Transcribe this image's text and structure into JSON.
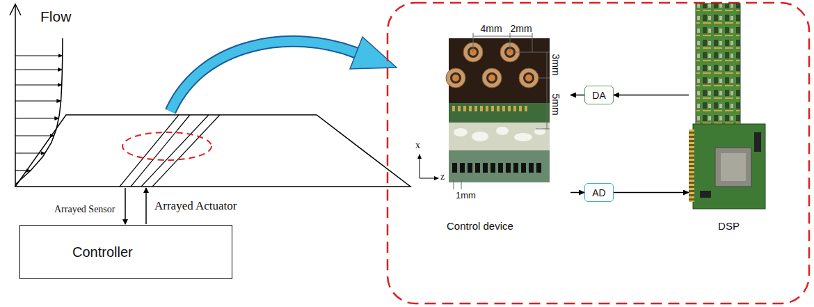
{
  "diagram": {
    "nodes": [
      {
        "text": [
          "Controller"
        ]
      },
      {
        "text": [
          "Control device"
        ]
      },
      {
        "text": [
          "DA"
        ]
      },
      {
        "text": [
          "AD"
        ]
      },
      {
        "text": [
          "DSP"
        ]
      }
    ],
    "edges": [
      {
        "from": 4,
        "to": 2,
        "arrow": "to"
      },
      {
        "from": 2,
        "to": 1,
        "arrow": "to"
      },
      {
        "from": 1,
        "to": 3,
        "arrow": "to"
      },
      {
        "from": 3,
        "to": 4,
        "arrow": "to"
      }
    ],
    "labels": [
      "Flow",
      "Arrayed Sensor",
      "Arrayed Actuator",
      "4mm",
      "2mm",
      "3mm",
      "5mm",
      "1mm",
      "x",
      "z"
    ]
  }
}
